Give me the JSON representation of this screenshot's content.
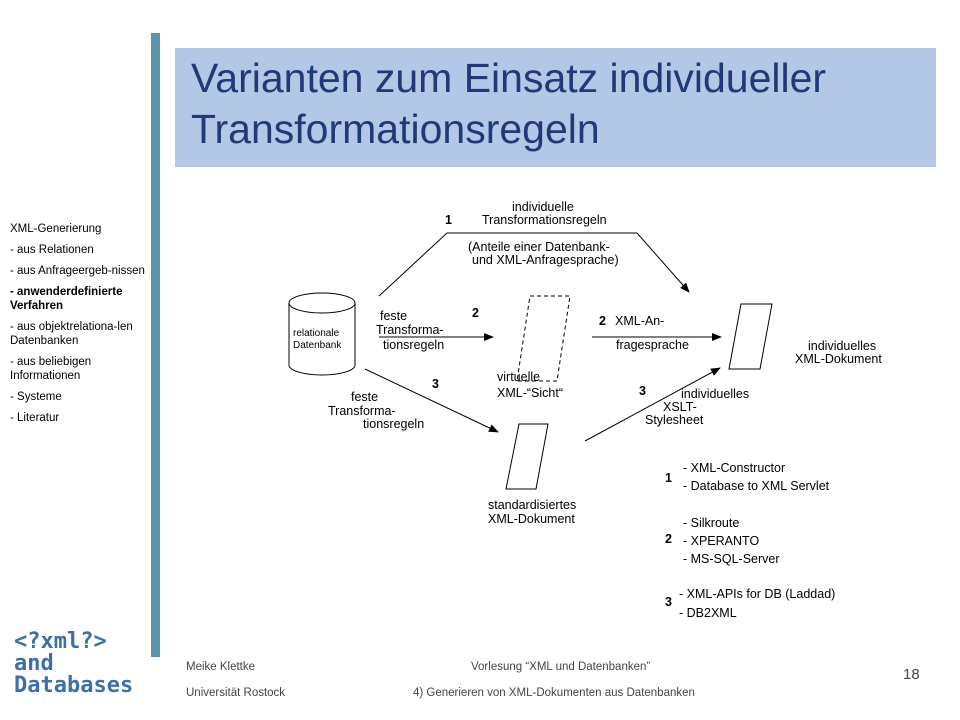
{
  "title": {
    "line1": "Varianten zum Einsatz individueller",
    "line2": "Transformationsregeln"
  },
  "sidebar": {
    "items": [
      {
        "label": "XML-Generierung",
        "active": false
      },
      {
        "label": "- aus Relationen",
        "active": false
      },
      {
        "label": "- aus Anfrageergeb-nissen",
        "active": false
      },
      {
        "label": "- anwenderdefinierte Verfahren",
        "active": true
      },
      {
        "label": "- aus objektrelationa-len  Datenbanken",
        "active": false
      },
      {
        "label": "- aus beliebigen Informationen",
        "active": false
      },
      {
        "label": "- Systeme",
        "active": false
      },
      {
        "label": "- Literatur",
        "active": false
      }
    ]
  },
  "diagram": {
    "db_line1": "relationale",
    "db_line2": "Datenbank",
    "top_line1": "individuelle",
    "top_line2": "Transformationsregeln",
    "top_note1": "(Anteile einer Datenbank-",
    "top_note2": "und XML-Anfragesprache)",
    "num1": "1",
    "num2": "2",
    "num2b": "2",
    "num3": "3",
    "num3b": "3",
    "mid_line1": "feste",
    "mid_line2": "Transforma-",
    "mid_line3": "tionsregeln",
    "low_line1": "feste",
    "low_line2": "Transforma-",
    "low_line3": "tionsregeln",
    "virt_line1": "virtuelle",
    "virt_line2": "XML-“Sicht“",
    "xmlan_line1": "XML-An-",
    "xmlan_line2": "fragesprache",
    "indiv_line1": "individuelles",
    "indiv_line2": "XML-Dokument",
    "std_line1": "standardisiertes",
    "std_line2": "XML-Dokument",
    "xslt_line1": "individuelles",
    "xslt_line2": "XSLT-",
    "xslt_line3": "Stylesheet"
  },
  "legend": {
    "group1": {
      "num": "1",
      "items": [
        "- XML-Constructor",
        "- Database to XML Servlet"
      ]
    },
    "group2": {
      "num": "2",
      "items": [
        "- Silkroute",
        "- XPERANTO",
        "- MS-SQL-Server"
      ]
    },
    "group3": {
      "num": "3",
      "items": [
        "- XML-APIs for DB (Laddad)",
        "- DB2XML"
      ]
    }
  },
  "footer": {
    "author": "Meike Klettke",
    "university": "Universität Rostock",
    "course": "Vorlesung “XML und Datenbanken”",
    "chapter": "4) Generieren von XML-Dokumenten aus Datenbanken",
    "page": "18"
  },
  "logo": {
    "line1": "<?xml?>",
    "line2": "and",
    "line3": "Databases"
  }
}
